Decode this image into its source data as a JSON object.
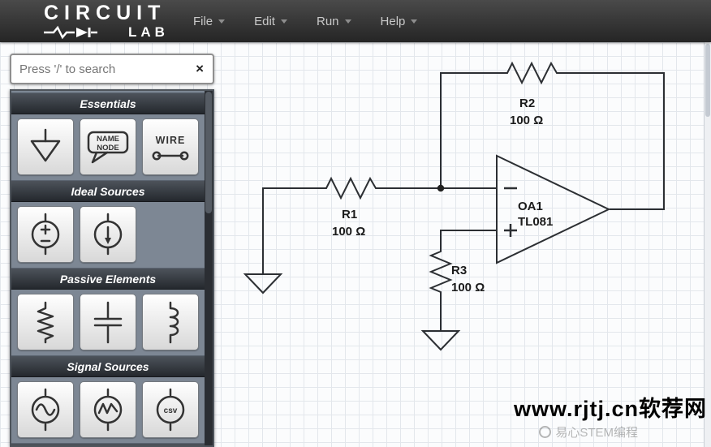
{
  "navbar": {
    "logo": {
      "circuit": "CIRCUIT",
      "lab": "LAB"
    },
    "menus": [
      {
        "label": "File"
      },
      {
        "label": "Edit"
      },
      {
        "label": "Run"
      },
      {
        "label": "Help"
      }
    ]
  },
  "sidebar": {
    "search": {
      "placeholder": "Press '/' to search",
      "close_label": "×"
    },
    "sections": [
      {
        "title": "Essentials"
      },
      {
        "title": "Ideal Sources"
      },
      {
        "title": "Passive Elements"
      },
      {
        "title": "Signal Sources"
      }
    ],
    "icons": {
      "name_node": [
        "NAME",
        "NODE"
      ],
      "wire": "WIRE",
      "csv": "csv"
    }
  },
  "circuit": {
    "components": [
      {
        "ref": "R1",
        "value": "100 Ω"
      },
      {
        "ref": "R2",
        "value": "100 Ω"
      },
      {
        "ref": "R3",
        "value": "100 Ω"
      },
      {
        "ref": "OA1",
        "value": "TL081"
      }
    ]
  },
  "watermark": {
    "main": "www.rjtj.cn软荐网",
    "faint": "易心STEM编程"
  },
  "colors": {
    "grid_line": "#e3e7ec",
    "toolbox_bg": "#7d8794",
    "wire": "#2c2f33"
  }
}
